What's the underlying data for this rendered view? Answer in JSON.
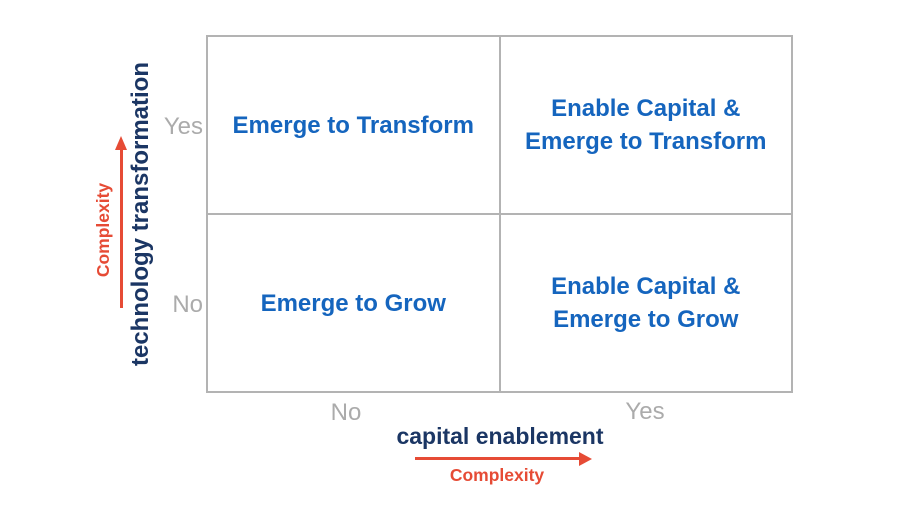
{
  "matrix": {
    "quadrants": {
      "top_left": {
        "lines": [
          "Emerge to Transform"
        ]
      },
      "top_right": {
        "lines": [
          "Enable Capital &",
          "Emerge to Transform"
        ]
      },
      "bottom_left": {
        "lines": [
          "Emerge to Grow"
        ]
      },
      "bottom_right": {
        "lines": [
          "Enable Capital &",
          "Emerge to Grow"
        ]
      }
    }
  },
  "y_axis": {
    "label": "technology transformation",
    "arrow_label": "Complexity",
    "top_tick": "Yes",
    "bottom_tick": "No"
  },
  "x_axis": {
    "label": "capital enablement",
    "arrow_label": "Complexity",
    "left_tick": "No",
    "right_tick": "Yes"
  },
  "colors": {
    "quadrant_text": "#1565BE",
    "axis_label_navy": "#1B3664",
    "accent_red": "#E64B35",
    "tick_gray": "#ABABAB",
    "grid_gray": "#B3B3B3"
  }
}
